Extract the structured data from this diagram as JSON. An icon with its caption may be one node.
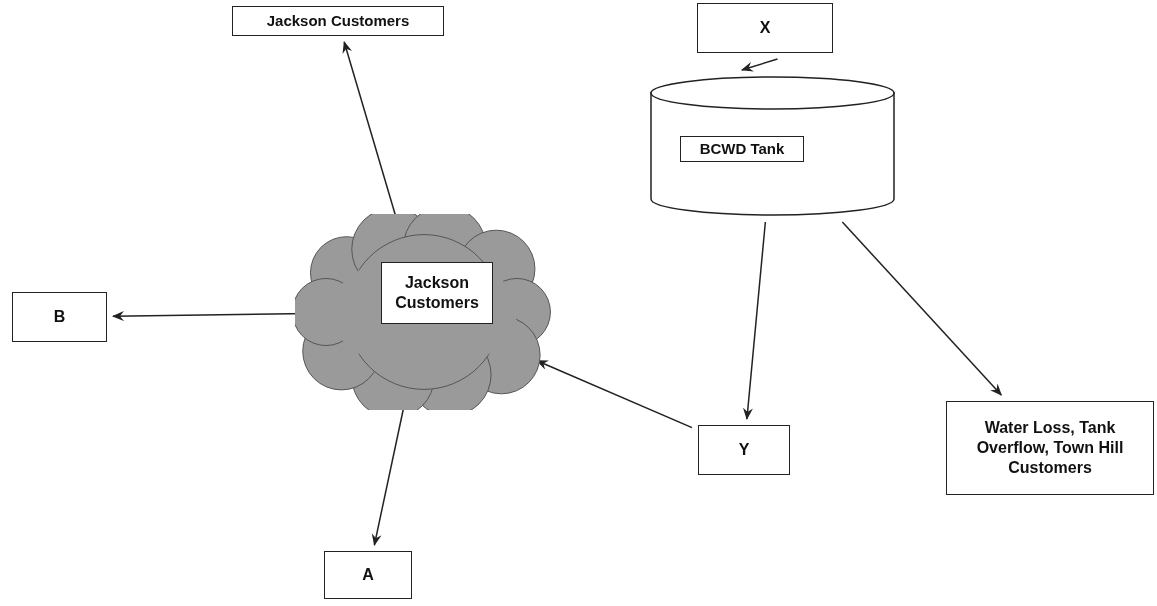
{
  "diagram": {
    "nodes": [
      {
        "text": [
          "Jackson Customers"
        ]
      },
      {
        "text": [
          "X"
        ]
      },
      {
        "text": [
          "B"
        ]
      },
      {
        "text": [],
        "shape": "cloud"
      },
      {
        "text": [
          "Jackson Customers"
        ],
        "in": 3
      },
      {
        "text": [],
        "shape": "cylinder"
      },
      {
        "text": [
          "BCWD Tank"
        ],
        "in": 5
      },
      {
        "text": [
          "Y"
        ]
      },
      {
        "text": [
          "Water Loss, Tank Overflow, Town Hill Customers"
        ]
      },
      {
        "text": [
          "A"
        ]
      }
    ],
    "edges": [
      {
        "from": 0,
        "to": 3,
        "arrow": "both"
      },
      {
        "from": 3,
        "to": 2,
        "arrow": "to"
      },
      {
        "from": 3,
        "to": 9,
        "arrow": "to"
      },
      {
        "from": 7,
        "to": 3,
        "arrow": "to"
      },
      {
        "from": 1,
        "to": 5,
        "arrow": "to"
      },
      {
        "from": 5,
        "to": 7,
        "arrow": "to"
      },
      {
        "from": 5,
        "to": 8,
        "arrow": "to"
      }
    ]
  }
}
